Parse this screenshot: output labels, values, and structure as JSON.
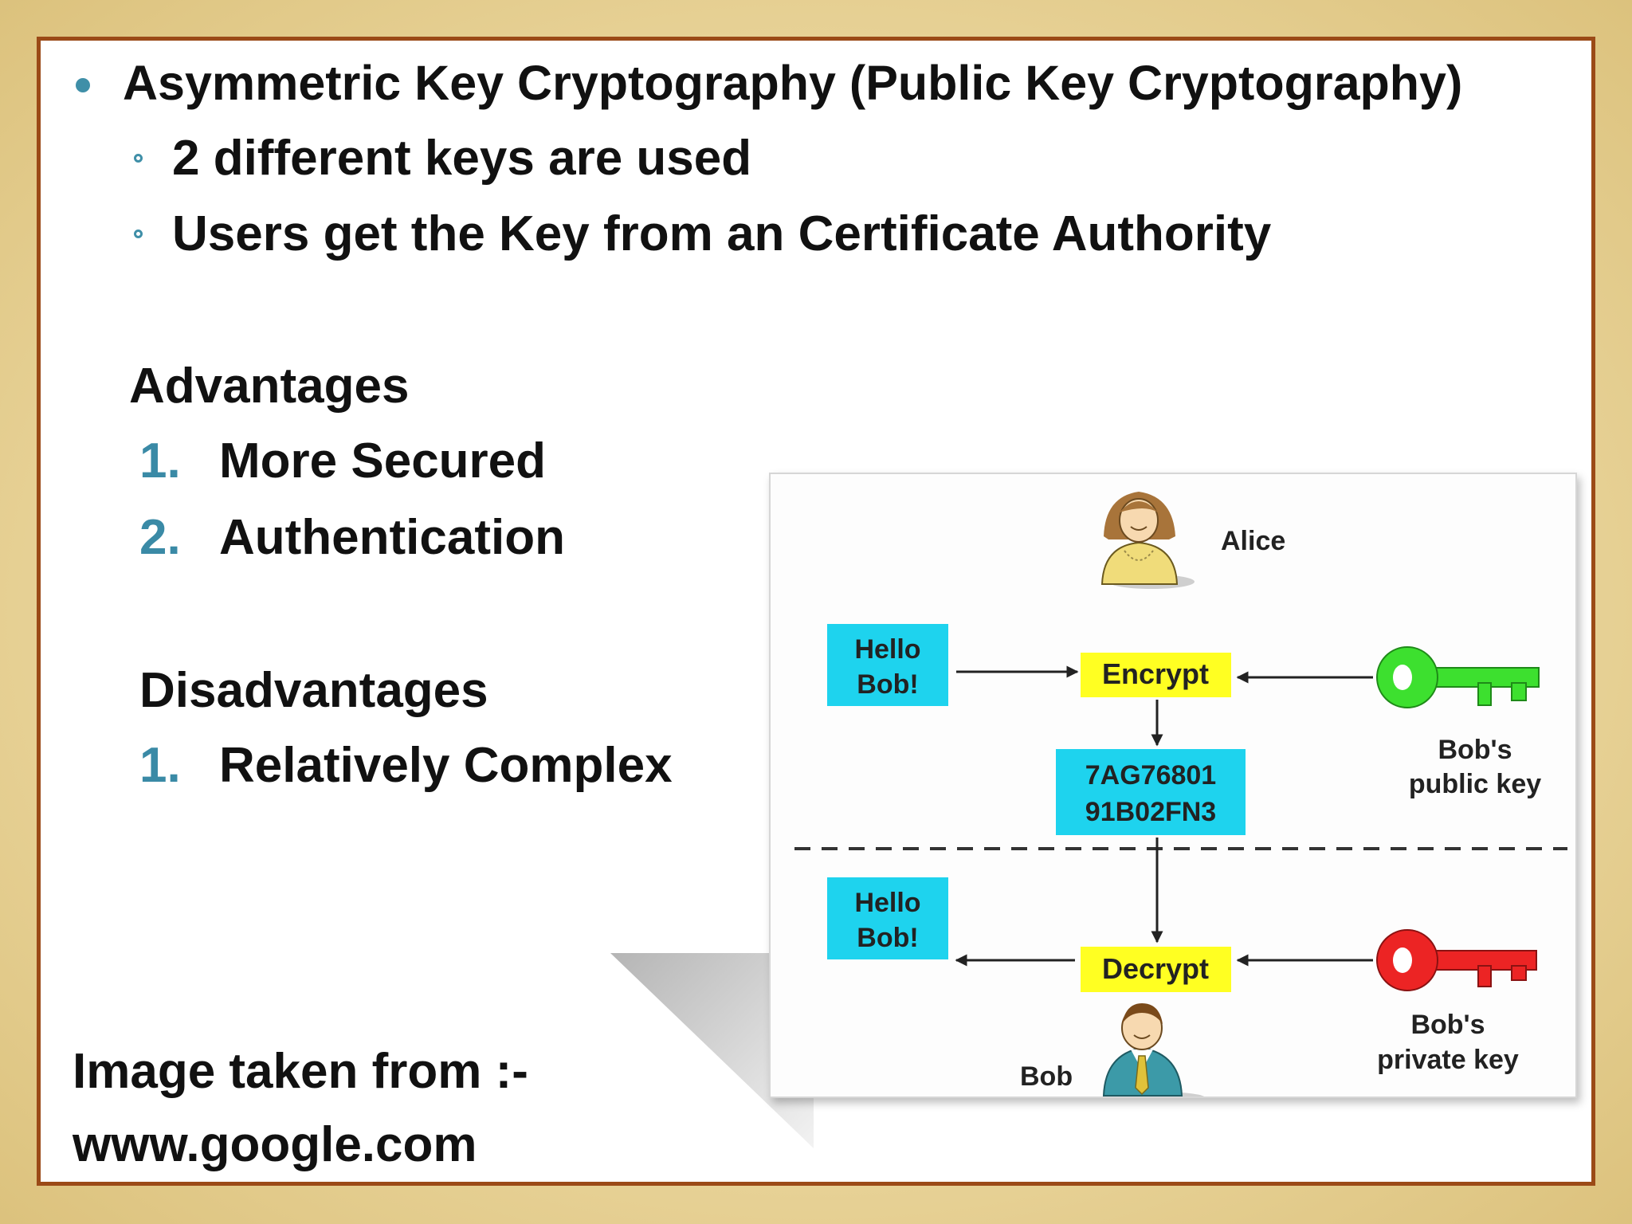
{
  "slide": {
    "main_bullet": "Asymmetric Key Cryptography (Public Key Cryptography)",
    "sub_bullets": [
      "2 different keys are used",
      "Users get the Key from an Certificate Authority"
    ],
    "advantages_heading": "Advantages",
    "advantages": [
      {
        "num": "1.",
        "text": "More Secured"
      },
      {
        "num": "2.",
        "text": "Authentication"
      }
    ],
    "disadvantages_heading": "Disadvantages",
    "disadvantages": [
      {
        "num": "1.",
        "text": "Relatively Complex"
      }
    ],
    "credit_line1": "Image taken from :-",
    "credit_line2": "www.google.com"
  },
  "diagram": {
    "alice_label": "Alice",
    "bob_label": "Bob",
    "message_top": [
      "Hello",
      "Bob!"
    ],
    "message_bottom": [
      "Hello",
      "Bob!"
    ],
    "encrypt_label": "Encrypt",
    "decrypt_label": "Decrypt",
    "ciphertext": [
      "7AG76801",
      "91B02FN3"
    ],
    "public_key_label": [
      "Bob's",
      "public key"
    ],
    "private_key_label": [
      "Bob's",
      "private key"
    ],
    "colors": {
      "message_box": "#1ed3ee",
      "operation_box": "#ffff22",
      "public_key": "#3de02f",
      "private_key": "#ec2424"
    }
  }
}
